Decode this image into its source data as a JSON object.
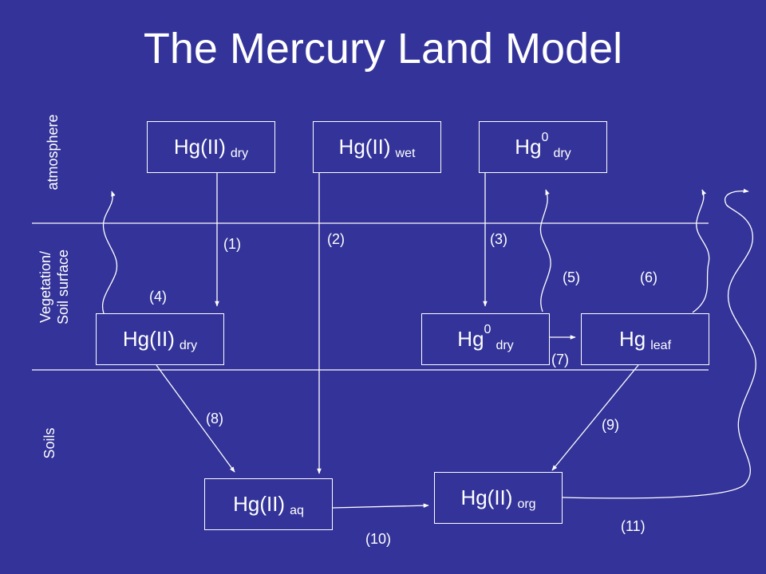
{
  "title": "The Mercury Land Model",
  "layers": {
    "atmosphere": "atmosphere",
    "vegetation_line1": "Vegetation/",
    "vegetation_line2": "Soil surface",
    "soils": "Soils"
  },
  "boxes": {
    "atm_hgii_dry": {
      "main": "Hg(II)",
      "sub": "dry"
    },
    "atm_hgii_wet": {
      "main": "Hg(II)",
      "sub": "wet"
    },
    "atm_hg0_dry": {
      "main": "Hg",
      "sup": "0",
      "sub": "dry"
    },
    "veg_hgii_dry": {
      "main": "Hg(II)",
      "sub": "dry"
    },
    "veg_hg0_dry": {
      "main": "Hg",
      "sup": "0",
      "sub": "dry"
    },
    "veg_hg_leaf": {
      "main": "Hg",
      "sub": "leaf"
    },
    "soil_hgii_aq": {
      "main": "Hg(II)",
      "sub": "aq"
    },
    "soil_hgii_org": {
      "main": "Hg(II)",
      "sub": "org"
    }
  },
  "process_labels": [
    "(1)",
    "(2)",
    "(3)",
    "(4)",
    "(5)",
    "(6)",
    "(7)",
    "(8)",
    "(9)",
    "(10)",
    "(11)"
  ],
  "colors": {
    "background": "#333399",
    "foreground": "#ffffff"
  }
}
